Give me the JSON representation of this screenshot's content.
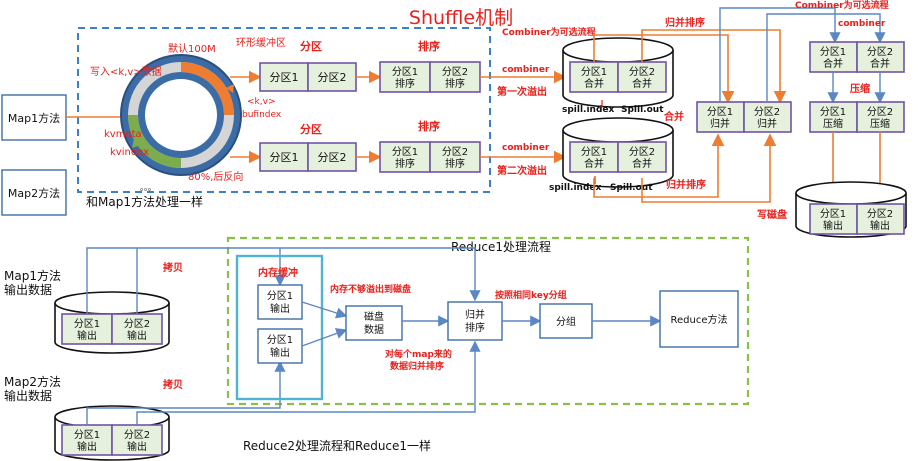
{
  "title": "Shuffle机制",
  "map_side": {
    "map1_label": "Map1方法",
    "map2_label": "Map2方法",
    "write_kv": "写入<k,v>数据",
    "default_size": "默认100M",
    "ring_buffer": "环形缓冲区",
    "kv_label": "<k,v>",
    "bufindex": "bufindex",
    "kvmeta": "kvmeta",
    "kvindex": "kvindex",
    "reverse": "80%,后反向",
    "dots": "。。。",
    "same_as_map1": "和Map1方法处理一样",
    "partition_title_1": "分区",
    "partition_title_2": "分区",
    "sort_title_1": "排序",
    "sort_title_2": "排序",
    "partitions": [
      "分区1",
      "分区2"
    ],
    "sorted_partitions": [
      "分区1\n排序",
      "分区2\n排序"
    ]
  },
  "spill": {
    "combiner_optional": "Combiner为可选流程",
    "combiner": "combiner",
    "first_spill": "第一次溢出",
    "second_spill": "第二次溢出",
    "spill_index": "spill.index",
    "spill_out": "Spill.out",
    "merge_cells": [
      "分区1\n合并",
      "分区2\n合并"
    ],
    "merge_label": "合并",
    "merge_sort_top": "归并排序",
    "merge_sort_bottom": "归并排序",
    "merged_cells": [
      "分区1\n归并",
      "分区2\n归并"
    ]
  },
  "final": {
    "combiner_optional": "Combiner为可选流程",
    "combiner": "combiner",
    "merge_cells": [
      "分区1\n合并",
      "分区2\n合并"
    ],
    "compress_label": "压缩",
    "compress_cells": [
      "分区1\n压缩",
      "分区2\n压缩"
    ],
    "write_disk": "写磁盘",
    "output_cells": [
      "分区1\n输出",
      "分区2\n输出"
    ]
  },
  "reduce_side": {
    "reduce1_title": "Reduce1处理流程",
    "map1_output": "Map1方法\n输出数据",
    "map2_output": "Map2方法\n输出数据",
    "copy_1": "拷贝",
    "copy_2": "拷贝",
    "memory_buffer": "内存缓冲",
    "mem_cells": [
      "分区1\n输出",
      "分区1\n输出"
    ],
    "overflow_note": "内存不够溢出到磁盘",
    "disk_data": "磁盘\n数据",
    "merge_sort": "归并\n排序",
    "group_by_key": "按照相同key分组",
    "group": "分组",
    "reduce_method": "Reduce方法",
    "merge_each_map": "对每个map来的\n数据归并排序",
    "map1_cells": [
      "分区1\n输出",
      "分区2\n输出"
    ],
    "map2_cells": [
      "分区1\n输出",
      "分区2\n输出"
    ],
    "reduce2_note": "Reduce2处理流程和Reduce1一样"
  }
}
